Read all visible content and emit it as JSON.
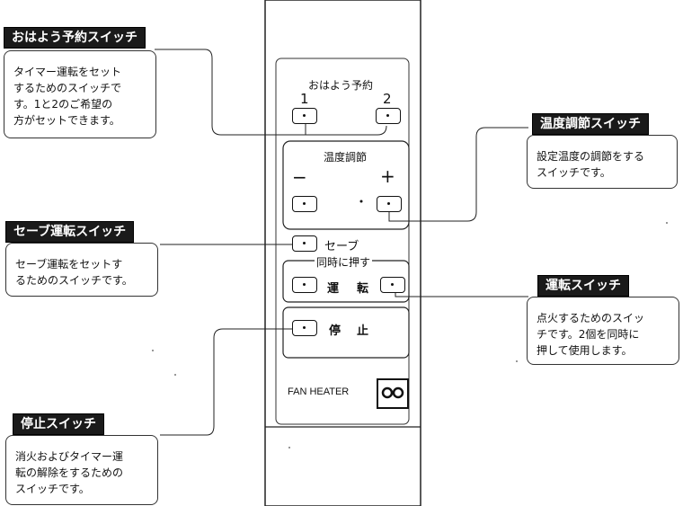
{
  "callouts": {
    "ohayou": {
      "title": "おはよう予約スイッチ",
      "lines": [
        "タイマー運転をセット",
        "するためのスイッチで",
        "す。1と2のご希望の",
        "方がセットできます。"
      ]
    },
    "temp": {
      "title": "温度調節スイッチ",
      "lines": [
        "設定温度の調節をする",
        "スイッチです。"
      ]
    },
    "save": {
      "title": "セーブ運転スイッチ",
      "lines": [
        "セーブ運転をセットす",
        "るためのスイッチです。"
      ]
    },
    "run": {
      "title": "運転スイッチ",
      "lines": [
        "点火するためのスイッ",
        "チです。2個を同時に",
        "押して使用します。"
      ]
    },
    "stop": {
      "title": "停止スイッチ",
      "lines": [
        "消火およびタイマー運",
        "転の解除をするための",
        "スイッチです。"
      ]
    }
  },
  "remote": {
    "ohayou_label": "おはよう予約",
    "num1": "1",
    "num2": "2",
    "temp_label": "温度調節",
    "minus": "−",
    "plus": "+",
    "save_label": "セーブ",
    "simultaneous_label": "同時に押す",
    "run_char1": "運",
    "run_char2": "転",
    "stop_char1": "停",
    "stop_char2": "止",
    "brand": "FAN HEATER"
  }
}
